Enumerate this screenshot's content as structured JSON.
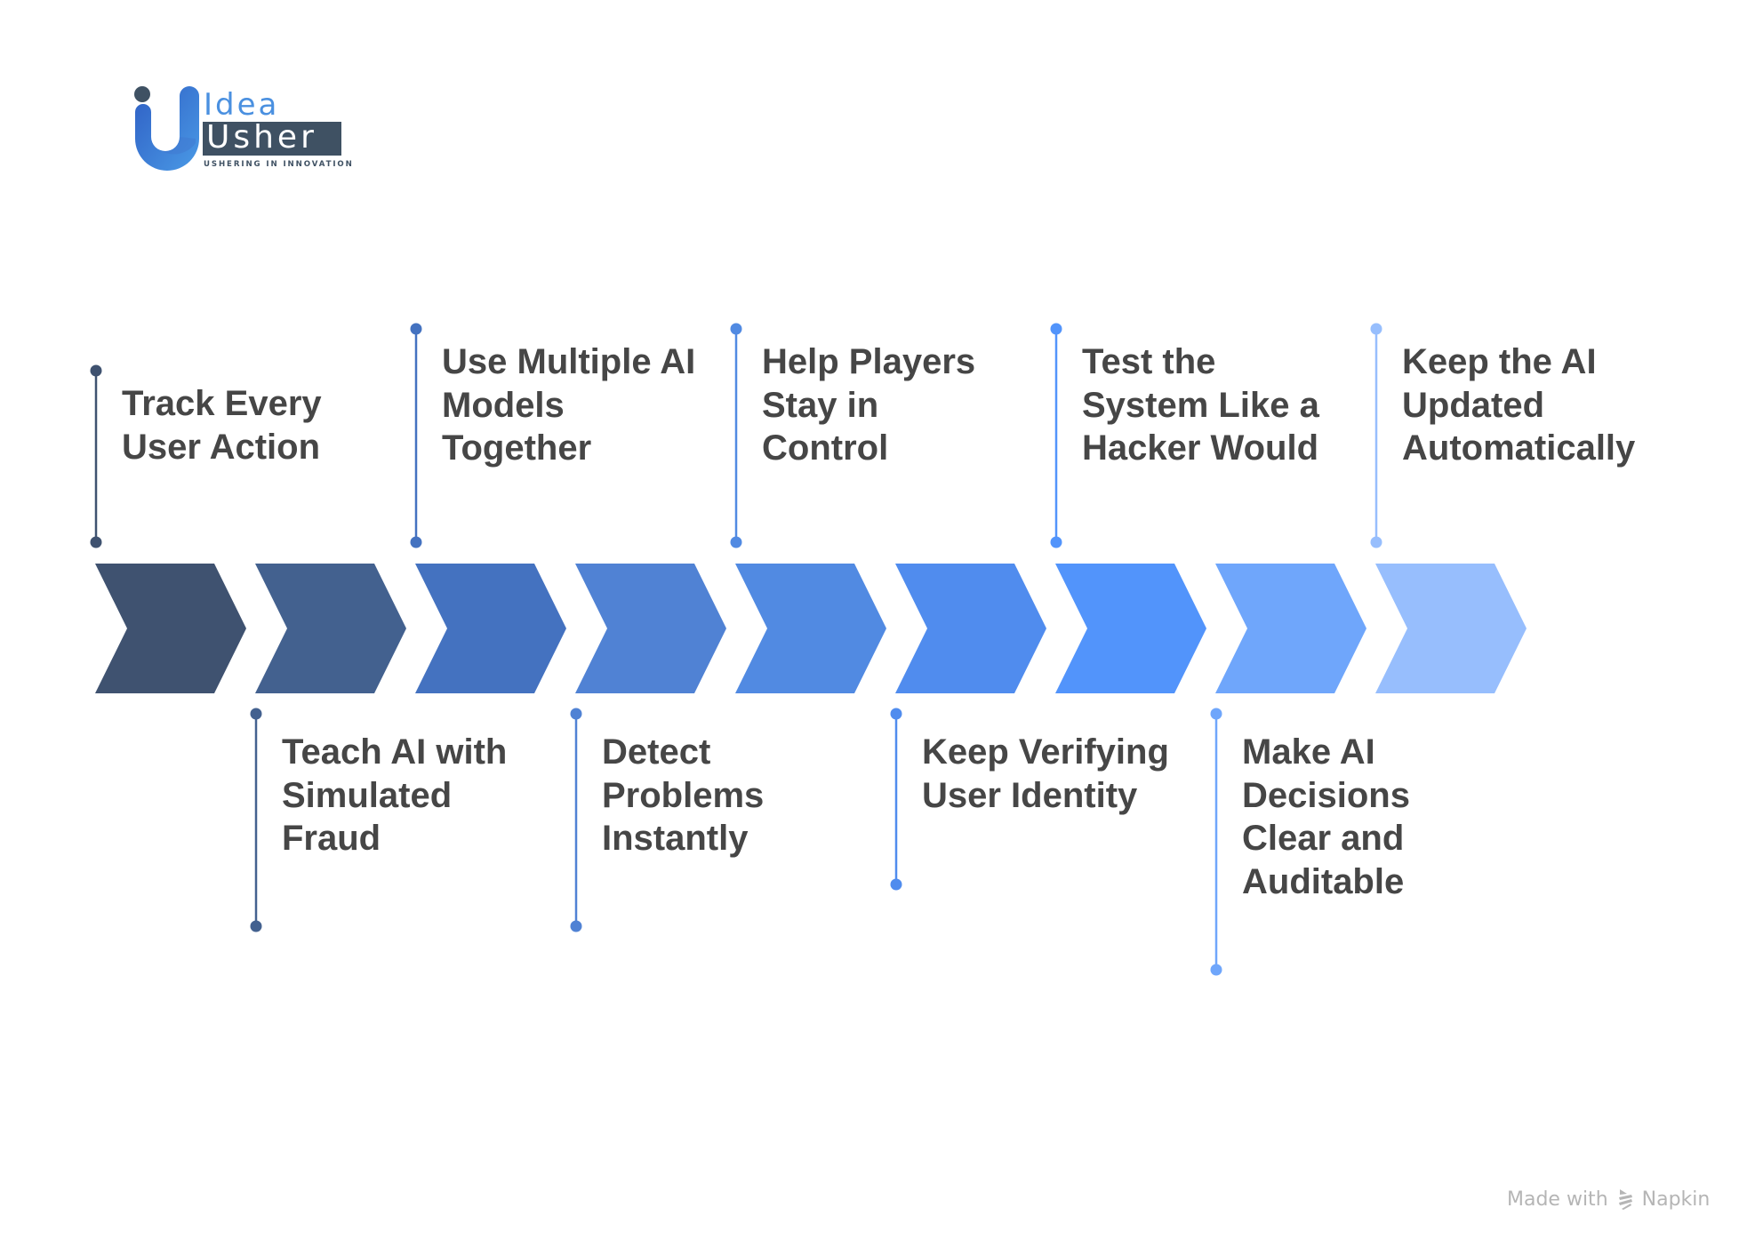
{
  "logo": {
    "word1": "Idea",
    "word2": "Usher",
    "tagline": "USHERING IN INNOVATION",
    "colors": {
      "blue_light": "#4a90e0",
      "blue_dark": "#2f5fc4",
      "dot": "#3f5163",
      "box": "#3f5163"
    }
  },
  "diagram": {
    "type": "chevron-process",
    "text_color": "#464646",
    "steps": [
      {
        "label_lines": [
          "Track Every",
          "User Action"
        ],
        "position": "top",
        "color": "#3f5270"
      },
      {
        "label_lines": [
          "Teach AI with",
          "Simulated",
          "Fraud"
        ],
        "position": "bottom",
        "color": "#43618f"
      },
      {
        "label_lines": [
          "Use Multiple AI",
          "Models",
          "Together"
        ],
        "position": "top",
        "color": "#4472c0"
      },
      {
        "label_lines": [
          "Detect",
          "Problems",
          "Instantly"
        ],
        "position": "bottom",
        "color": "#5082d4"
      },
      {
        "label_lines": [
          "Help Players",
          "Stay in",
          "Control"
        ],
        "position": "top",
        "color": "#518ae2"
      },
      {
        "label_lines": [
          "Keep Verifying",
          "User Identity"
        ],
        "position": "bottom",
        "color": "#508cee"
      },
      {
        "label_lines": [
          "Test the",
          "System Like a",
          "Hacker Would"
        ],
        "position": "top",
        "color": "#5294fb"
      },
      {
        "label_lines": [
          "Make AI",
          "Decisions",
          "Clear and",
          "Auditable"
        ],
        "position": "bottom",
        "color": "#6fa6fb"
      },
      {
        "label_lines": [
          "Keep the AI",
          "Updated",
          "Automatically"
        ],
        "position": "top",
        "color": "#97befd"
      }
    ]
  },
  "footer": {
    "made_with": "Made with",
    "brand": "Napkin",
    "icon": "napkin-logo-icon",
    "color": "#b5b5b5"
  }
}
